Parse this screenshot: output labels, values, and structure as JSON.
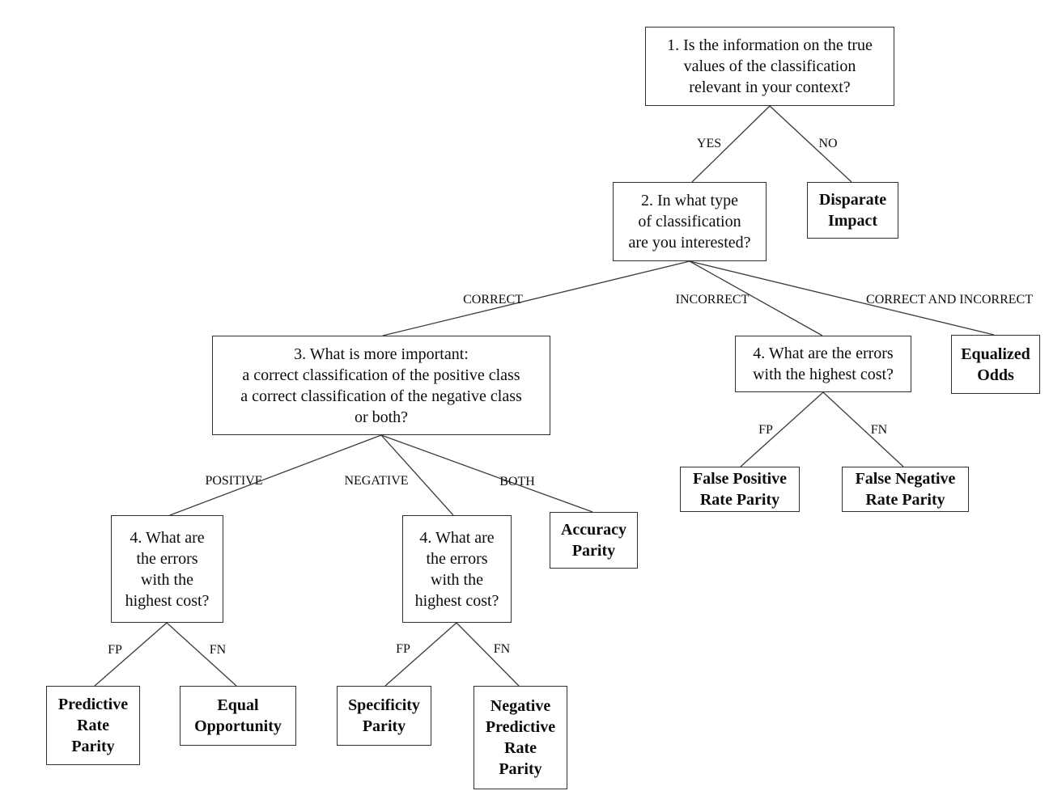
{
  "diagram": {
    "type": "decision-tree",
    "topic": "fairness metric selection flowchart"
  },
  "nodes": {
    "q1": {
      "label": "1. Is the information on the true\nvalues of the classification\nrelevant in your context?"
    },
    "q2": {
      "label": "2. In what type\nof classification\nare you interested?"
    },
    "q3": {
      "label": "3. What is more important:\na correct classification of the positive class\na correct classification of the negative class\nor both?"
    },
    "q4_left": {
      "label": "4. What are\nthe errors\nwith the\nhighest cost?"
    },
    "q4_middle": {
      "label": "4. What are\nthe errors\nwith the\nhighest cost?"
    },
    "q4_right": {
      "label": "4. What are the errors\nwith the highest cost?"
    },
    "disparate_impact": {
      "label": "Disparate\nImpact"
    },
    "equalized_odds": {
      "label": "Equalized\nOdds"
    },
    "accuracy_parity": {
      "label": "Accuracy\nParity"
    },
    "predictive_rate_parity": {
      "label": "Predictive\nRate\nParity"
    },
    "equal_opportunity": {
      "label": "Equal\nOpportunity"
    },
    "specificity_parity": {
      "label": "Specificity\nParity"
    },
    "negative_predictive_rate_parity": {
      "label": "Negative\nPredictive\nRate\nParity"
    },
    "false_positive_rate_parity": {
      "label": "False Positive\nRate Parity"
    },
    "false_negative_rate_parity": {
      "label": "False Negative\nRate Parity"
    }
  },
  "edge_labels": {
    "yes": "YES",
    "no": "NO",
    "correct": "CORRECT",
    "incorrect": "INCORRECT",
    "correct_and_incorrect": "CORRECT AND INCORRECT",
    "positive": "POSITIVE",
    "negative": "NEGATIVE",
    "both": "BOTH",
    "fp": "FP",
    "fn": "FN"
  },
  "colors": {
    "line": "#3a3a3a",
    "box_border": "#2f2f2f",
    "text": "#0c0c0c",
    "background": "#ffffff"
  }
}
